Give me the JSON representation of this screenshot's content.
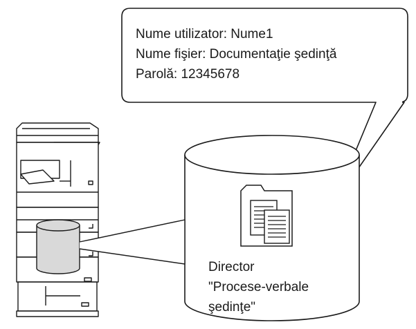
{
  "callout": {
    "lines": [
      "Nume utilizator: Nume1",
      "Nume fişier: Documentaţie şedinţă",
      "Parolă: 12345678"
    ]
  },
  "folder_label": {
    "lines": [
      "Director",
      "\"Procese-verbale",
      "şedinţe\""
    ]
  },
  "icons": {
    "printer": "multifunction-printer-icon",
    "storage": "hard-disk-cylinder-icon",
    "folder": "folder-with-documents-icon"
  },
  "colors": {
    "stroke": "#1a1a1a",
    "disk_fill": "#d9d9d9",
    "background": "#ffffff"
  }
}
